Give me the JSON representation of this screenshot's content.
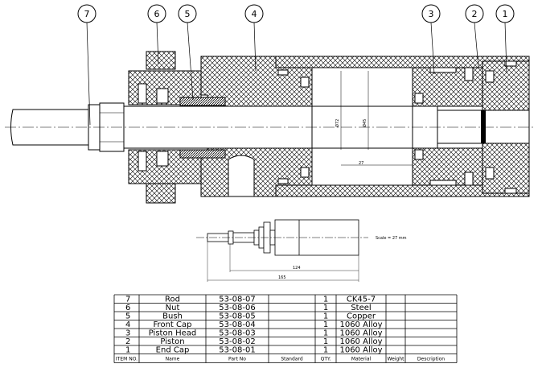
{
  "balloons": [
    "7",
    "6",
    "5",
    "4",
    "3",
    "2",
    "1"
  ],
  "section_dims": {
    "piston_dia": "Ø72",
    "rod_dia": "Ø45",
    "stroke": "27"
  },
  "small_view": {
    "scale_note": "Scale = 27 mm",
    "dim_inner": "124",
    "dim_outer": "165"
  },
  "bom": {
    "headers": [
      "ITEM NO.",
      "Name",
      "Part No",
      "Standard",
      "QTY.",
      "Material",
      "Weight",
      "Description"
    ],
    "rows": [
      [
        "7",
        "Rod",
        "53-08-07",
        "",
        "1",
        "CK45-7",
        "",
        ""
      ],
      [
        "6",
        "Nut",
        "53-08-06",
        "",
        "1",
        "Steel",
        "",
        ""
      ],
      [
        "5",
        "Bush",
        "53-08-05",
        "",
        "1",
        "Copper",
        "",
        ""
      ],
      [
        "4",
        "Front Cap",
        "53-08-04",
        "",
        "1",
        "1060 Alloy",
        "",
        ""
      ],
      [
        "3",
        "Piston Head",
        "53-08-03",
        "",
        "1",
        "1060 Alloy",
        "",
        ""
      ],
      [
        "2",
        "Piston",
        "53-08-02",
        "",
        "1",
        "1060 Alloy",
        "",
        ""
      ],
      [
        "1",
        "End Cap",
        "53-08-01",
        "",
        "1",
        "1060 Alloy",
        "",
        ""
      ]
    ]
  }
}
